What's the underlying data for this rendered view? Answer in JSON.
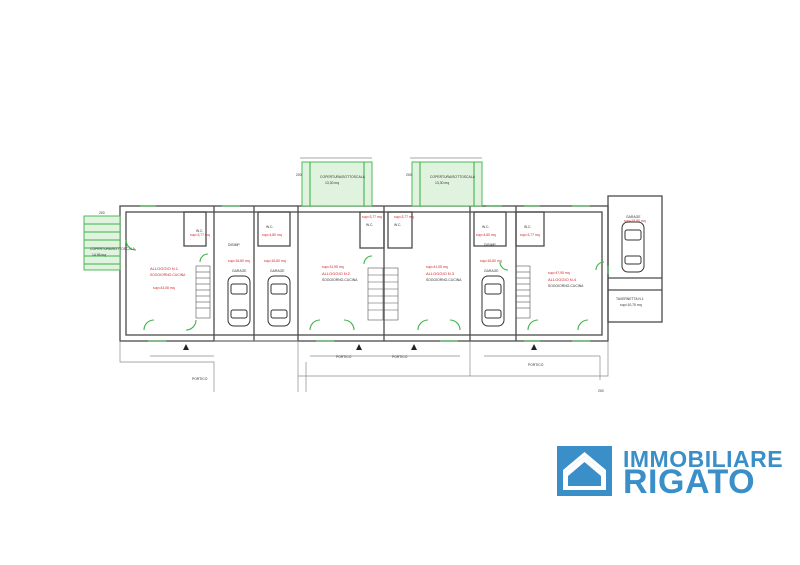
{
  "brand": {
    "line1": "IMMOBILIARE",
    "line2": "RIGATO",
    "color": "#3a8fc8"
  },
  "plan": {
    "units": [
      {
        "name": "ALLOGGIO N.1",
        "sup": "sup=43,08 mq",
        "sub": "SOGGIORNO-CUCINA"
      },
      {
        "name": "ALLOGGIO N.2",
        "sup": "sup=31,95 mq",
        "sub": "SOGGIORNO-CUCINA"
      },
      {
        "name": "ALLOGGIO N.3",
        "sup": "sup=41,05 mq",
        "sub": "SOGGIORNO-CUCINA"
      },
      {
        "name": "ALLOGGIO N.4",
        "sup": "sup=47,95 mq",
        "sub": "SOGGIORNO-CUCINA"
      }
    ],
    "rooms": {
      "garage": "GARAGE",
      "portico": "PORTICO",
      "wc": "W.C.",
      "disimpegno": "DISIMP.",
      "taverna": "TAVERNETTA N.1"
    },
    "terraces": [
      {
        "name": "COPERTURA/SOTTOSCALA",
        "sup": "14,96 mq"
      },
      {
        "name": "COPERTURA/SOTTOSCALA",
        "sup": "13,30 mq"
      },
      {
        "name": "COPERTURA/SOTTOSCALA",
        "sup": "13,30 mq"
      }
    ],
    "small_areas": [
      "sup=3,77 mq",
      "sup=4,80 mq",
      "sup=3,77 mq",
      "sup=3,77 mq",
      "sup=4,60 mq",
      "sup=3,77 mq"
    ],
    "garage_areas": [
      "sup=16,80 mq",
      "sup=16,80 mq",
      "sup=16,80 mq",
      "sup=16,80 mq"
    ],
    "dims": [
      "200",
      "200",
      "200",
      "200"
    ],
    "garage_right": {
      "name": "GARAGE",
      "sup": "sup=18,80 mq"
    },
    "taverna_sup": "sup=10,75 mq"
  }
}
